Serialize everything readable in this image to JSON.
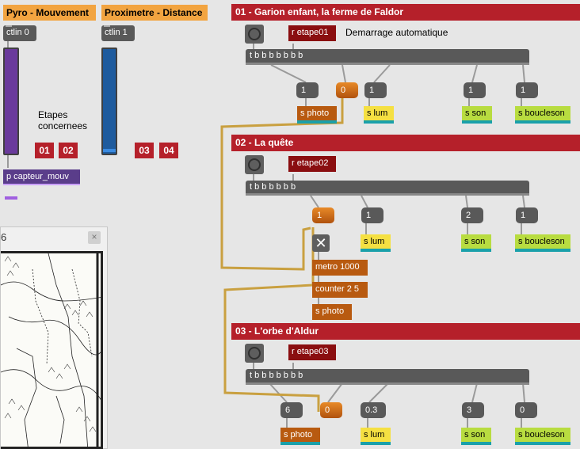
{
  "headers": {
    "pyro": "Pyro - Mouvement",
    "proxi": "Proximetre - Distance",
    "s01": "01 - Garion enfant, la ferme de Faldor",
    "s02": "02 - La quête",
    "s03": "03 - L'orbe d'Aldur"
  },
  "left": {
    "ctlin0": "ctlin 0",
    "ctlin1": "ctlin 1",
    "capteur": "p capteur_mouv",
    "etapes_label_1": "Etapes",
    "etapes_label_2": "concernees",
    "badges": [
      "01",
      "02",
      "03",
      "04"
    ]
  },
  "map": {
    "title_partial": "6",
    "close_glyph": "×"
  },
  "sec01": {
    "recv": "r etape01",
    "auto": "Demarrage automatique",
    "trigger": "t b b b b b b b",
    "num_photo": "1",
    "num_orange": "0",
    "num_lum": "1",
    "num_son": "1",
    "num_boucle": "1",
    "send_photo": "s photo",
    "send_lum": "s lum",
    "send_son": "s son",
    "send_boucle": "s boucleson"
  },
  "sec02": {
    "recv": "r etape02",
    "trigger": "t b b b b b b",
    "num_orange": "1",
    "num_lum": "1",
    "num_son": "2",
    "num_boucle": "1",
    "toggle": "✕",
    "metro": "metro 1000",
    "counter": "counter 2 5",
    "send_photo": "s photo",
    "send_lum": "s lum",
    "send_son": "s son",
    "send_boucle": "s boucleson"
  },
  "sec03": {
    "recv": "r etape03",
    "trigger": "t b b b b b b b",
    "num_photo": "6",
    "num_orange": "0",
    "num_lum": "0.3",
    "num_son": "3",
    "num_boucle": "0",
    "send_photo": "s photo",
    "send_lum": "s lum",
    "send_son": "s son",
    "send_boucle": "s boucleson"
  },
  "colors": {
    "purple": "#6a3a9c",
    "blue": "#1e5b9e",
    "cord_yellow": "#c9a040",
    "cord_gray": "#9a9a9a"
  }
}
